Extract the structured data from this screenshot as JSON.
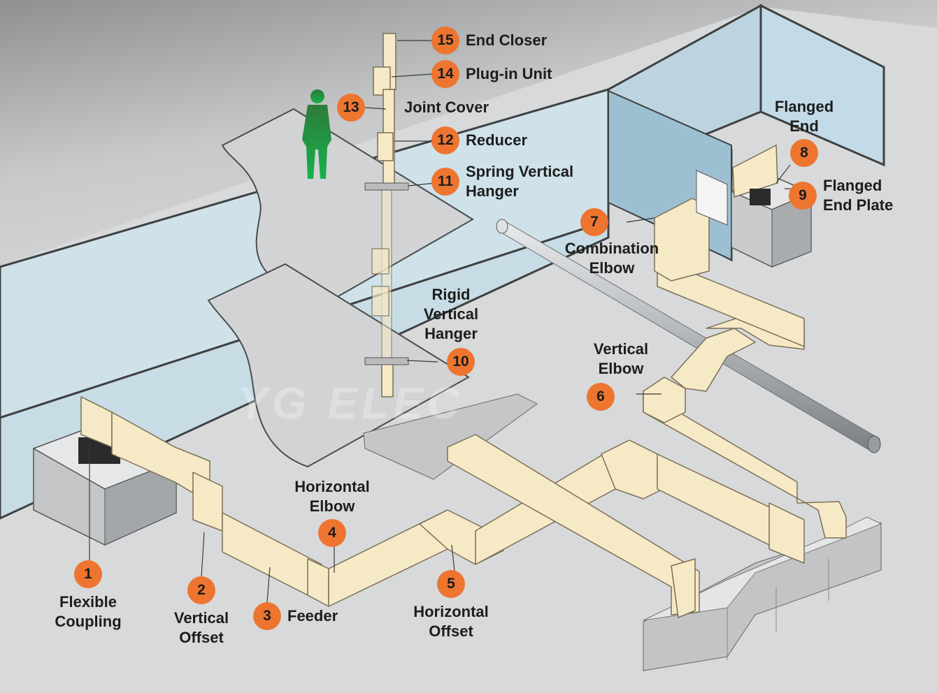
{
  "watermark": "YG ELEC",
  "colors": {
    "background": "#d7d8da",
    "wall": "#cfe2ea",
    "wall_edge": "#3e4042",
    "busway": "#f6e9c6",
    "busway_edge": "#7a6f56",
    "callout": "#ee7530",
    "person": "#1e9a3a",
    "pipe": "#b9bcbf"
  },
  "callouts": [
    {
      "n": "1",
      "label": "Flexible Coupling"
    },
    {
      "n": "2",
      "label": "Vertical Offset"
    },
    {
      "n": "3",
      "label": "Feeder"
    },
    {
      "n": "4",
      "label": "Horizontal Elbow"
    },
    {
      "n": "5",
      "label": "Horizontal Offset"
    },
    {
      "n": "6",
      "label": "Vertical Elbow"
    },
    {
      "n": "7",
      "label": "Combination Elbow"
    },
    {
      "n": "8",
      "label": "Flanged End"
    },
    {
      "n": "9",
      "label": "Flanged End Plate"
    },
    {
      "n": "10",
      "label": "Rigid Vertical Hanger"
    },
    {
      "n": "11",
      "label": "Spring Vertical Hanger"
    },
    {
      "n": "12",
      "label": "Reducer"
    },
    {
      "n": "13",
      "label": "Joint Cover"
    },
    {
      "n": "14",
      "label": "Plug-in Unit"
    },
    {
      "n": "15",
      "label": "End Closer"
    }
  ]
}
